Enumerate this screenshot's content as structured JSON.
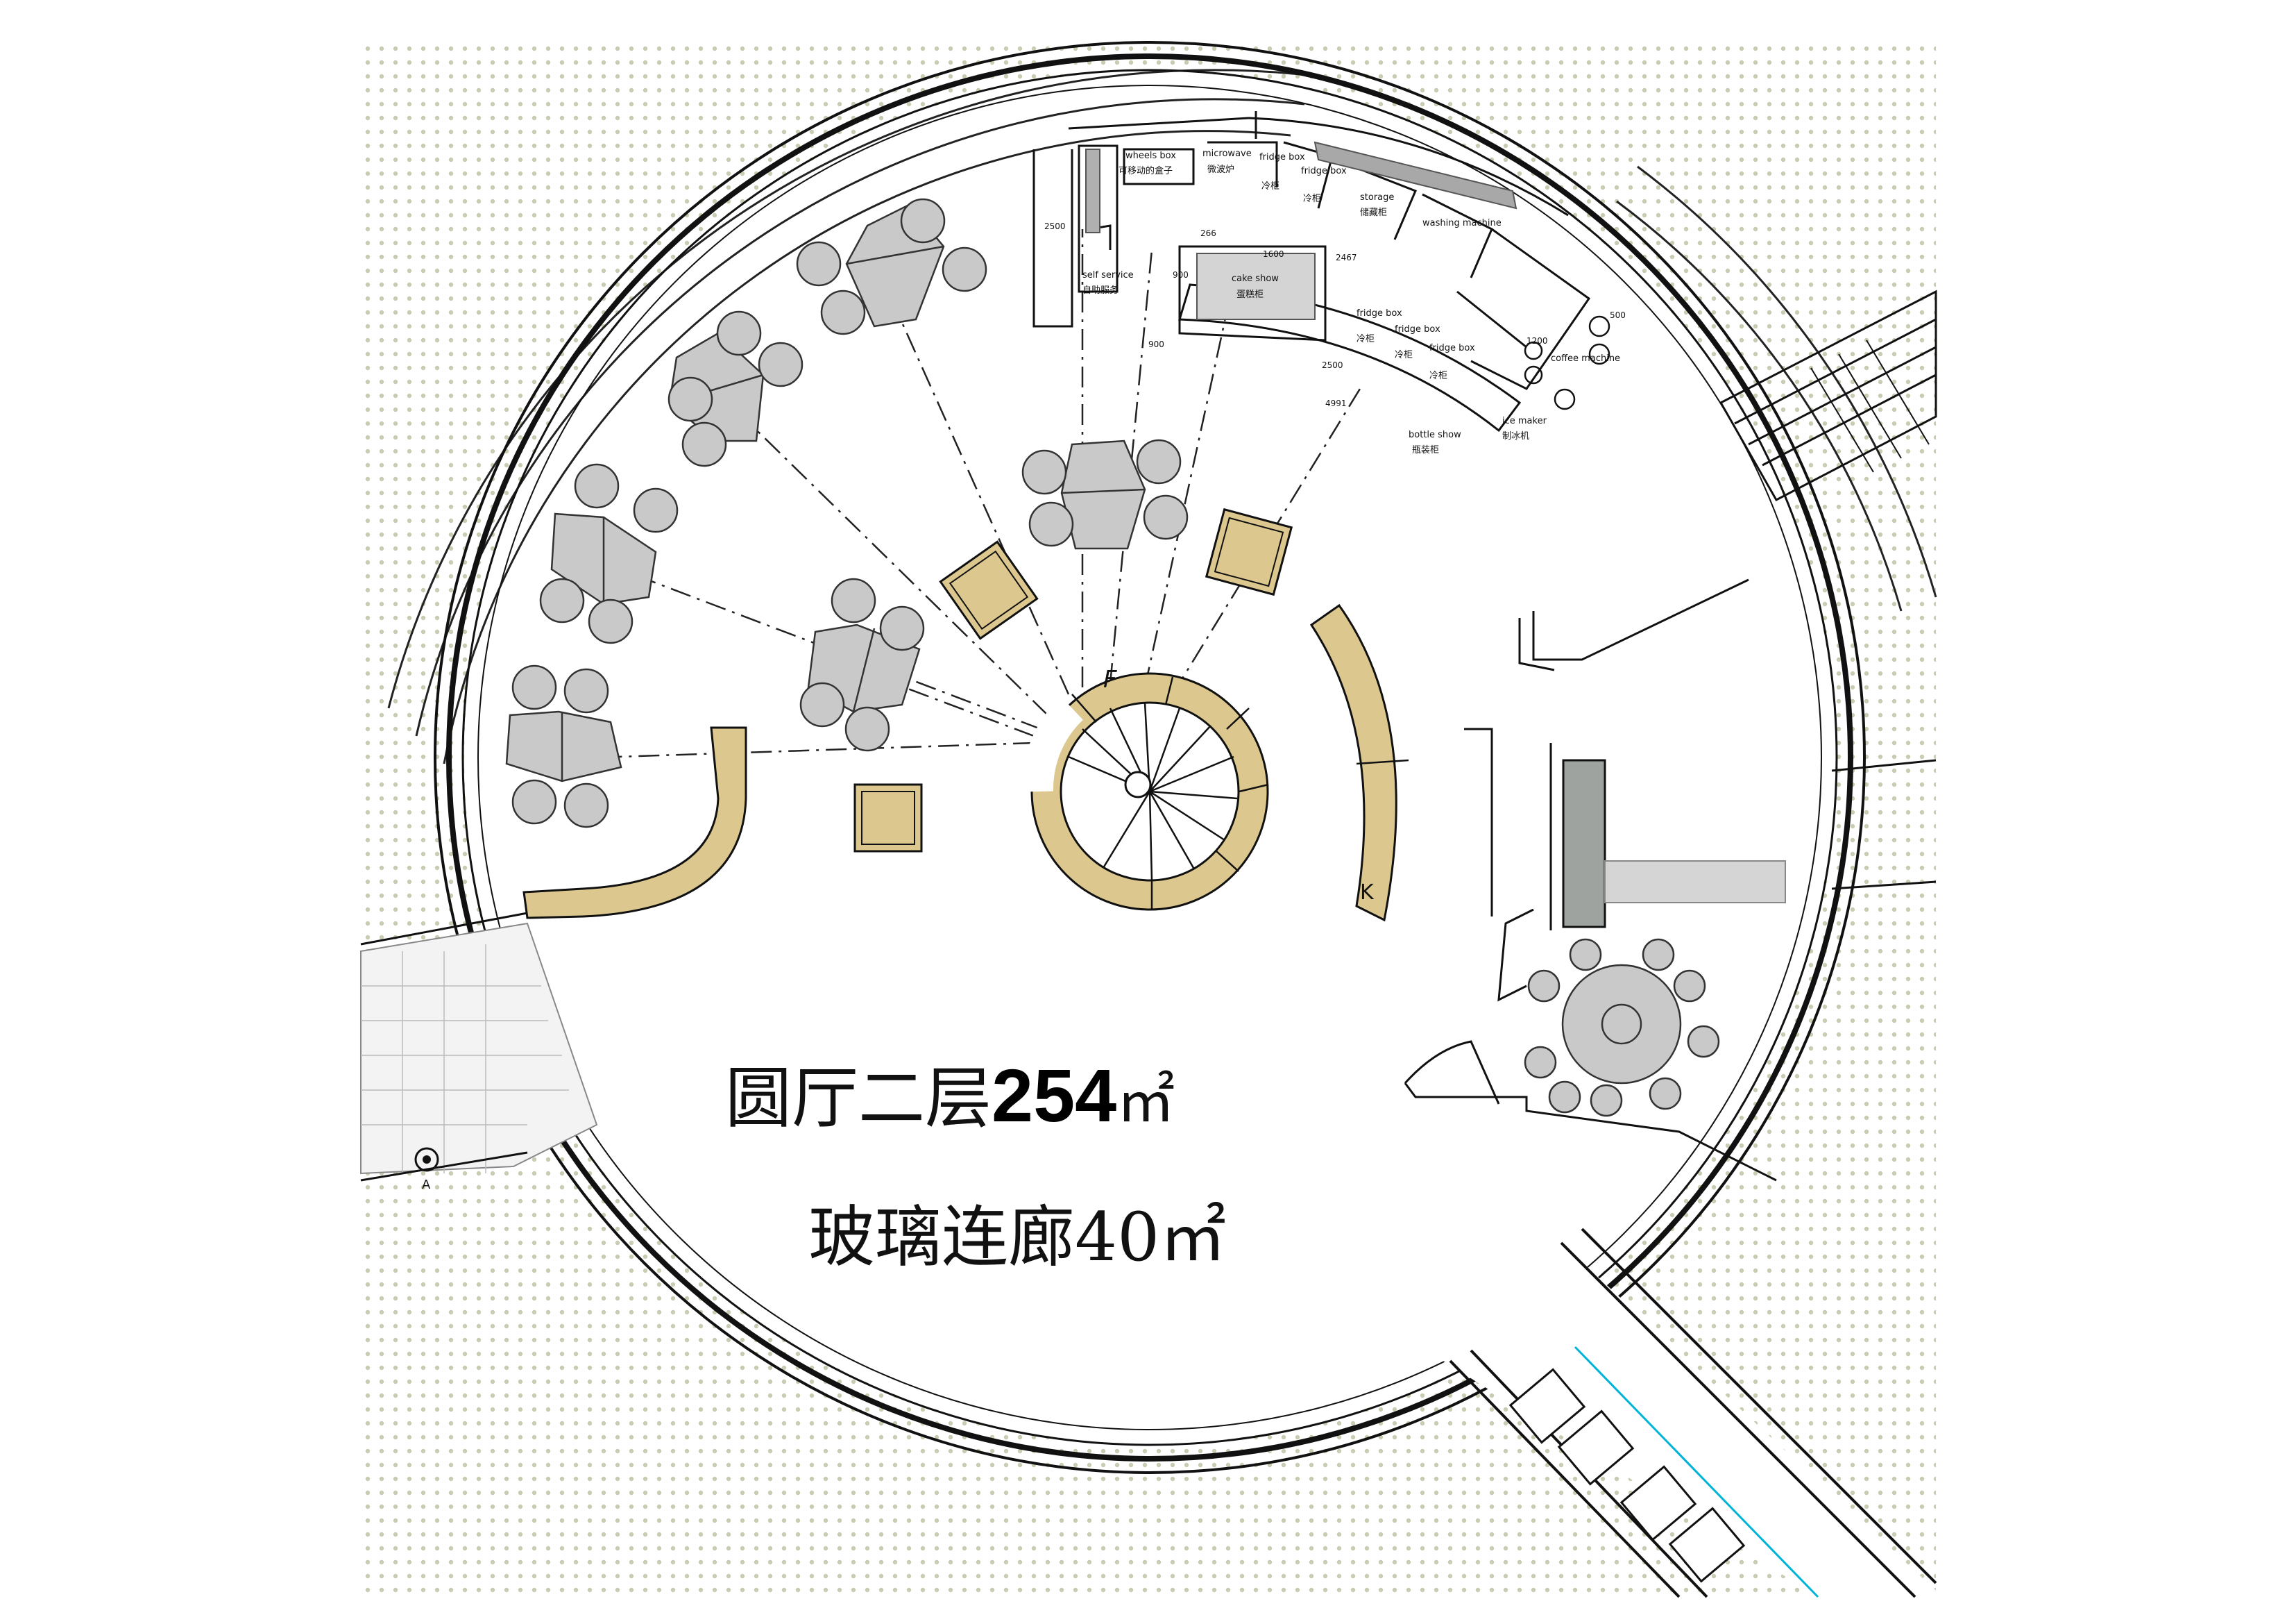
{
  "title": {
    "prefix": "圆厅二层",
    "number": "254",
    "unit": "㎡"
  },
  "subtitle": {
    "text": "玻璃连廊40㎡"
  },
  "stair_letters": {
    "f": "F",
    "k": "K"
  },
  "section_marker": "A",
  "kitchen": {
    "wheels_box_en": "wheels box",
    "wheels_box_cn": "可移动的盒子",
    "microwave_en": "microwave",
    "microwave_cn": "微波炉",
    "fridge1_en": "fridge box",
    "fridge1_cn": "冷柜",
    "fridge2_en": "fridge box",
    "fridge2_cn": "冷柜",
    "storage_en": "storage",
    "storage_cn": "储藏柜",
    "washing_en": "washing machine",
    "self_service_en": "self service",
    "self_service_cn": "自助服务",
    "cake_show_en": "cake show",
    "cake_show_cn": "蛋糕柜",
    "fridge3_en": "fridge box",
    "fridge3_cn": "冷柜",
    "fridge4_en": "fridge box",
    "fridge4_cn": "冷柜",
    "fridge5_en": "fridge box",
    "fridge5_cn": "冷柜",
    "coffee_en": "coffee machine",
    "bottle_show_en": "bottle show",
    "bottle_show_cn": "瓶装柜",
    "icemaker_en": "ice maker",
    "icemaker_cn": "制冰机"
  },
  "dimensions": {
    "d1": "2500",
    "d2": "900",
    "d3": "900",
    "d4": "266",
    "d5": "1600",
    "d6": "2467",
    "d7": "4991",
    "d8": "2500",
    "d9": "500",
    "d10": "1200"
  },
  "colors": {
    "dot": "#c9ccb0",
    "wood": "#dcc88f",
    "table": "#c9c9c9",
    "accent": "#00b4d8"
  }
}
